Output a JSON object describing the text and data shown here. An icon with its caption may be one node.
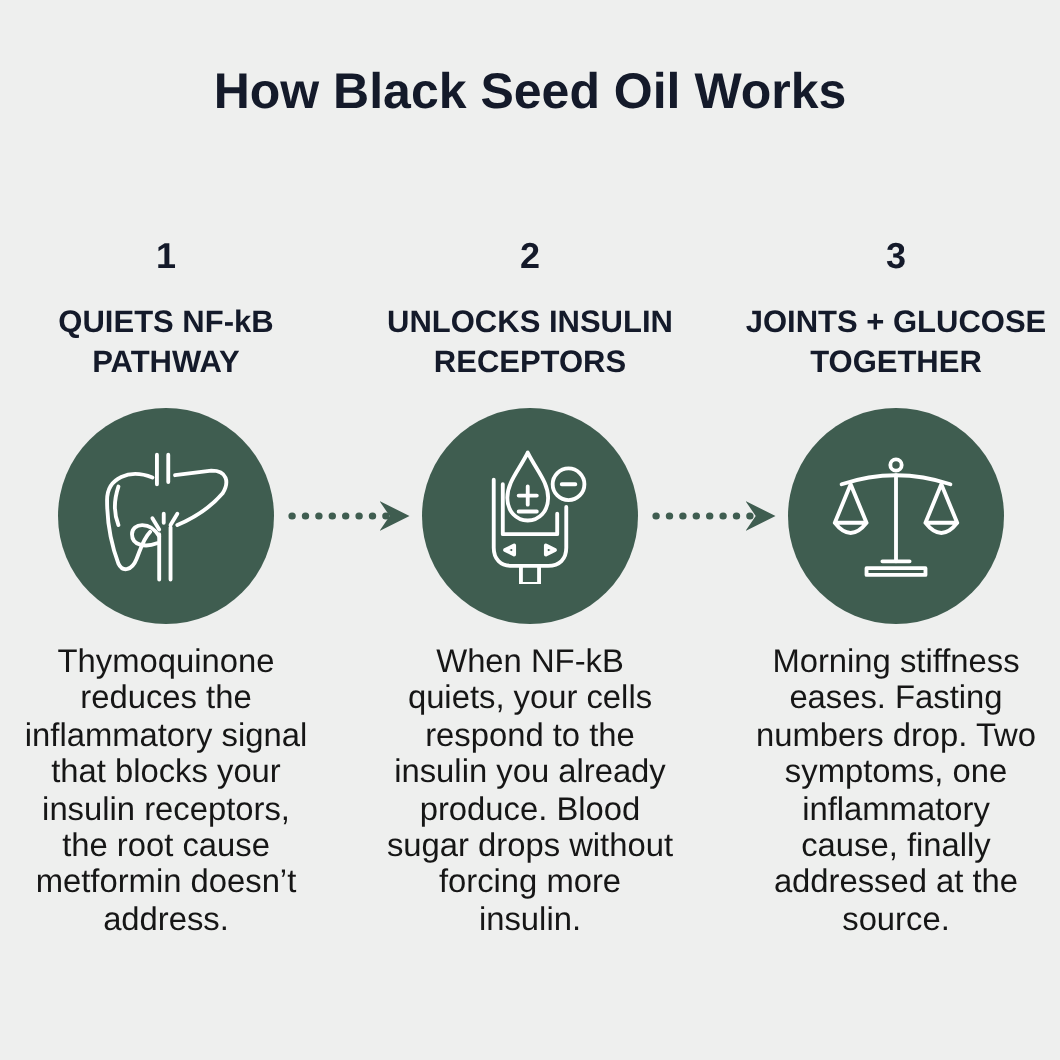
{
  "diagram": {
    "title": "How Black Seed Oil Works",
    "nodes": [
      {
        "text": [],
        "shape": "circle",
        "beside": [
          "1",
          "QUIETS NF-kB PATHWAY",
          "Thymoquinone reduces the inflammatory signal that blocks your insulin receptors, the root cause metformin doesn’t address."
        ]
      },
      {
        "text": [],
        "shape": "circle",
        "beside": [
          "2",
          "UNLOCKS INSULIN RECEPTORS",
          "When NF-kB quiets, your cells respond to the insulin you already produce. Blood sugar drops without forcing more insulin."
        ]
      },
      {
        "text": [],
        "shape": "circle",
        "beside": [
          "3",
          "JOINTS + GLUCOSE TOGETHER",
          "Morning stiffness eases. Fasting numbers drop. Two symptoms, one inflammatory cause, finally addressed at the source."
        ]
      }
    ],
    "edges": [
      {
        "from": 0,
        "to": 1,
        "arrow": "to"
      },
      {
        "from": 1,
        "to": 2,
        "arrow": "to"
      }
    ]
  }
}
